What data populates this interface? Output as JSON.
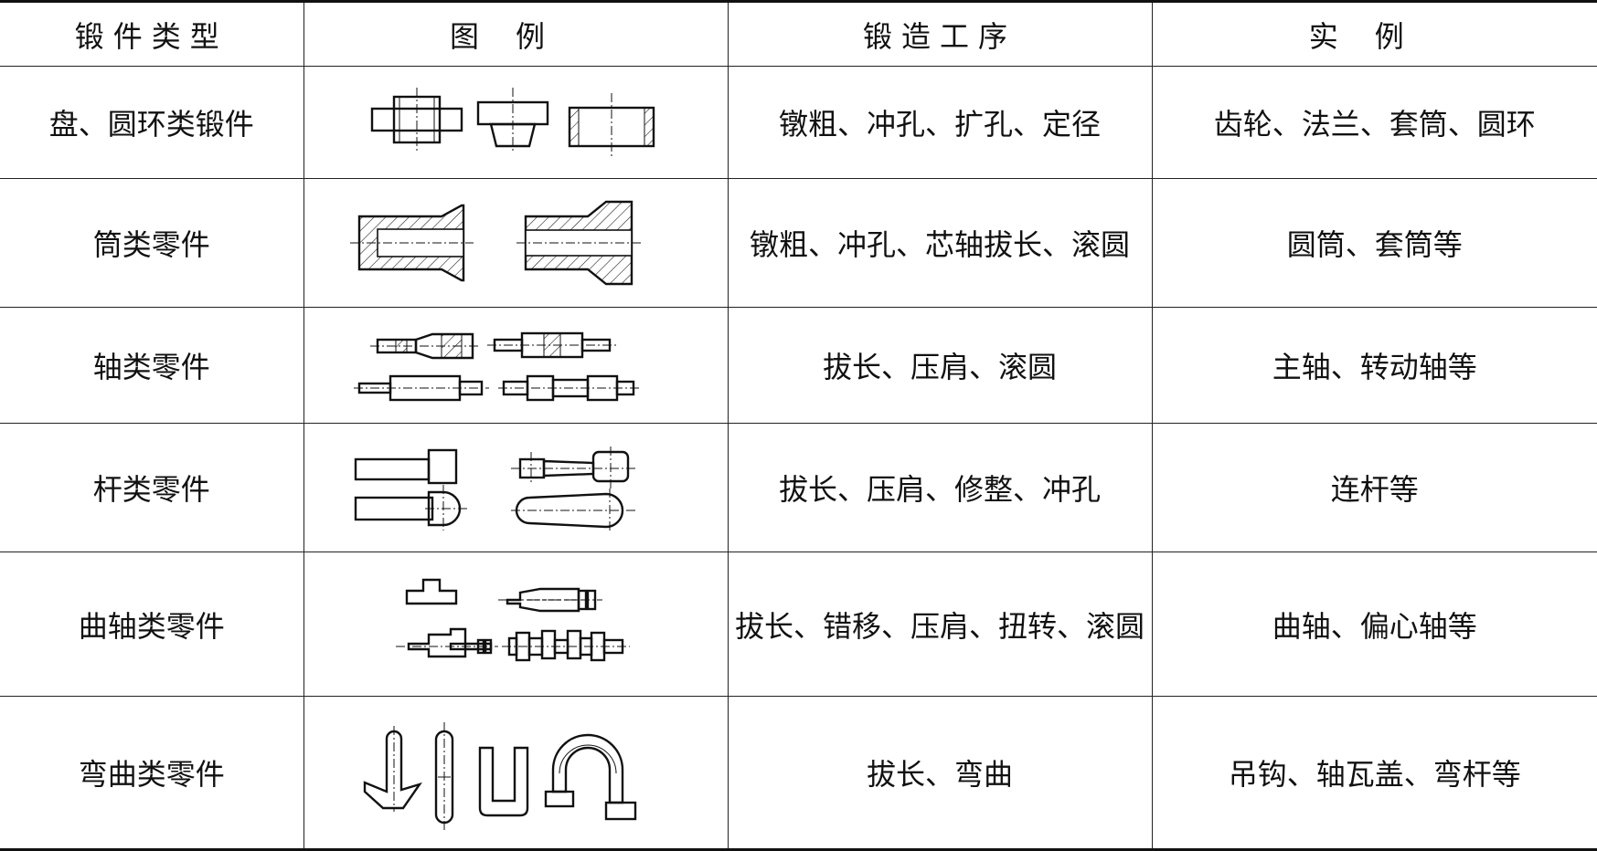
{
  "header": {
    "type": "锻件类型",
    "figure": "图例",
    "process": "锻造工序",
    "example": "实例"
  },
  "rows": [
    {
      "type": "盘、圆环类锻件",
      "figure_icon": "disc-ring-forging-drawing",
      "process": "镦粗、冲孔、扩孔、定径",
      "example": "齿轮、法兰、套筒、圆环"
    },
    {
      "type": "筒类零件",
      "figure_icon": "cylinder-forging-drawing",
      "process": "镦粗、冲孔、芯轴拔长、滚圆",
      "example": "圆筒、套筒等"
    },
    {
      "type": "轴类零件",
      "figure_icon": "shaft-forging-drawing",
      "process": "拔长、压肩、滚圆",
      "example": "主轴、转动轴等"
    },
    {
      "type": "杆类零件",
      "figure_icon": "rod-forging-drawing",
      "process": "拔长、压肩、修整、冲孔",
      "example": "连杆等"
    },
    {
      "type": "曲轴类零件",
      "figure_icon": "crankshaft-forging-drawing",
      "process": "拔长、错移、压肩、扭转、滚圆",
      "example": "曲轴、偏心轴等"
    },
    {
      "type": "弯曲类零件",
      "figure_icon": "bent-forging-drawing",
      "process": "拔长、弯曲",
      "example": "吊钩、轴瓦盖、弯杆等"
    }
  ]
}
